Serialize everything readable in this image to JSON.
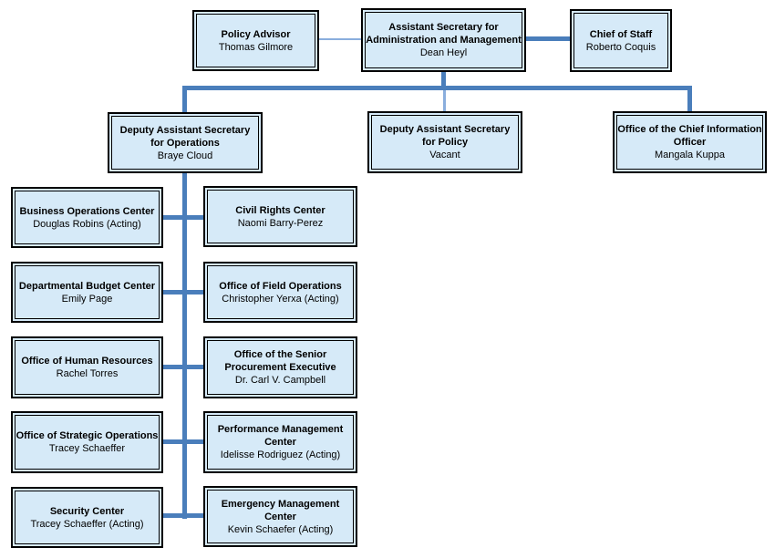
{
  "colors": {
    "box_fill": "#d6eaf8",
    "box_border": "#000000",
    "conn_thick": "#4a7ebb",
    "conn_thin": "#8aaedd",
    "text": "#000000"
  },
  "nodes": [
    {
      "id": "policy-advisor",
      "title": "Policy Advisor",
      "person": "Thomas Gilmore"
    },
    {
      "id": "assistant-secretary",
      "title": "Assistant Secretary for Administration and Management",
      "person": "Dean Heyl"
    },
    {
      "id": "chief-of-staff",
      "title": "Chief of Staff",
      "person": "Roberto Coquis"
    },
    {
      "id": "deputy-assistant-secretary-operations",
      "title": "Deputy Assistant Secretary for Operations",
      "person": "Braye Cloud"
    },
    {
      "id": "deputy-assistant-secretary-policy",
      "title": "Deputy Assistant Secretary for Policy",
      "person": "Vacant"
    },
    {
      "id": "office-chief-information-officer",
      "title": "Office of the Chief Information Officer",
      "person": "Mangala Kuppa"
    },
    {
      "id": "business-operations-center",
      "title": "Business Operations Center",
      "person": "Douglas Robins (Acting)"
    },
    {
      "id": "civil-rights-center",
      "title": "Civil Rights Center",
      "person": "Naomi Barry-Perez"
    },
    {
      "id": "departmental-budget-center",
      "title": "Departmental Budget Center",
      "person": "Emily Page"
    },
    {
      "id": "office-of-field-operations",
      "title": "Office of Field Operations",
      "person": "Christopher Yerxa (Acting)"
    },
    {
      "id": "office-of-human-resources",
      "title": "Office of Human Resources",
      "person": "Rachel Torres"
    },
    {
      "id": "office-senior-procurement-executive",
      "title": "Office of the Senior Procurement Executive",
      "person": "Dr. Carl V. Campbell"
    },
    {
      "id": "office-of-strategic-operations",
      "title": "Office of Strategic Operations",
      "person": "Tracey Schaeffer"
    },
    {
      "id": "performance-management-center",
      "title": "Performance Management Center",
      "person": "Idelisse Rodriguez (Acting)"
    },
    {
      "id": "security-center",
      "title": "Security Center",
      "person": "Tracey Schaeffer (Acting)"
    },
    {
      "id": "emergency-management-center",
      "title": "Emergency Management Center",
      "person": "Kevin Schaefer (Acting)"
    }
  ]
}
